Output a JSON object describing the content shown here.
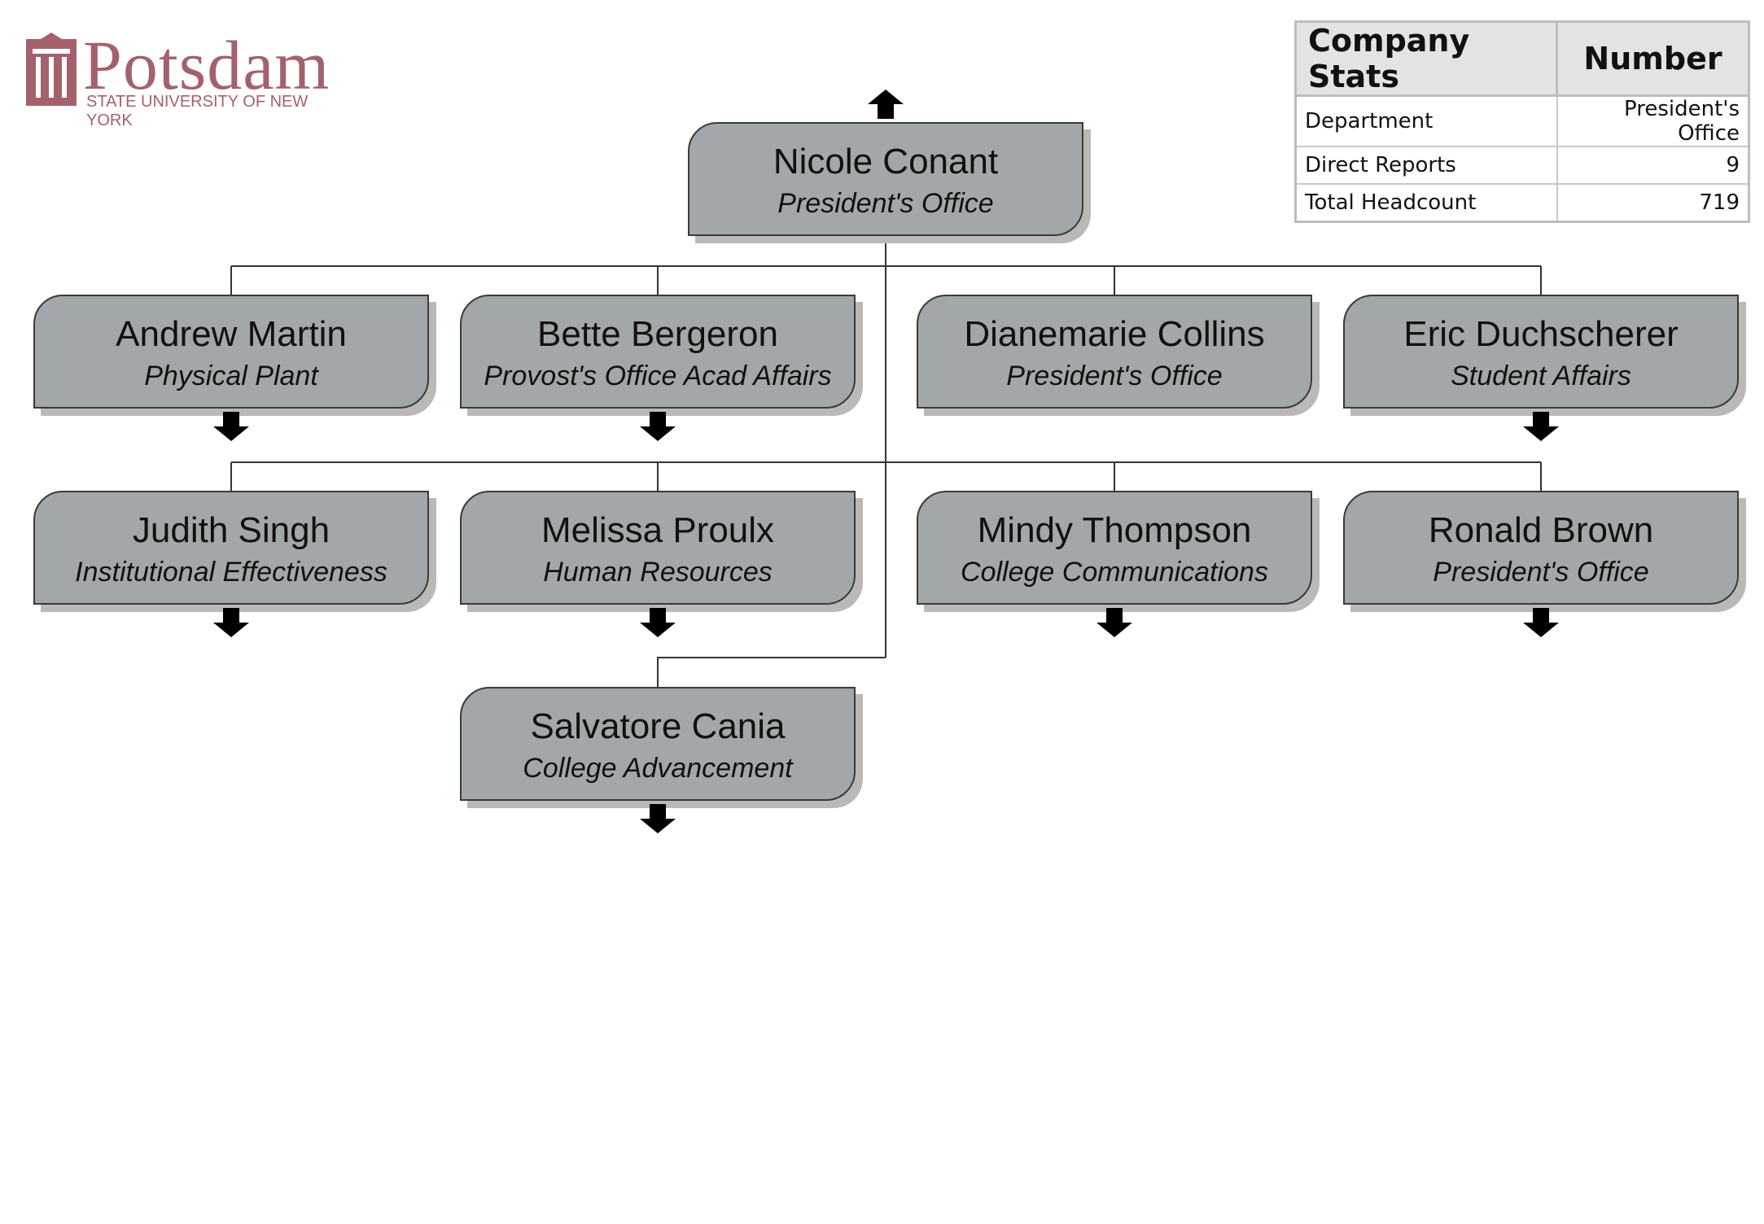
{
  "logo": {
    "name": "Potsdam",
    "tagline": "STATE UNIVERSITY OF NEW YORK"
  },
  "stats": {
    "header_label": "Company Stats",
    "header_value": "Number",
    "rows": [
      {
        "label": "Department",
        "value": "President's Office"
      },
      {
        "label": "Direct Reports",
        "value": "9"
      },
      {
        "label": "Total Headcount",
        "value": "719"
      }
    ]
  },
  "org": {
    "root": {
      "name": "Nicole Conant",
      "dept": "President's Office"
    },
    "reports": [
      {
        "name": "Andrew Martin",
        "dept": "Physical Plant"
      },
      {
        "name": "Bette Bergeron",
        "dept": "Provost's Office Acad Affairs"
      },
      {
        "name": "Dianemarie Collins",
        "dept": "President's Office"
      },
      {
        "name": "Eric Duchscherer",
        "dept": "Student Affairs"
      },
      {
        "name": "Judith Singh",
        "dept": "Institutional Effectiveness"
      },
      {
        "name": "Melissa Proulx",
        "dept": "Human Resources"
      },
      {
        "name": "Mindy Thompson",
        "dept": "College Communications"
      },
      {
        "name": "Ronald Brown",
        "dept": "President's Office"
      },
      {
        "name": "Salvatore Cania",
        "dept": "College Advancement"
      }
    ]
  }
}
